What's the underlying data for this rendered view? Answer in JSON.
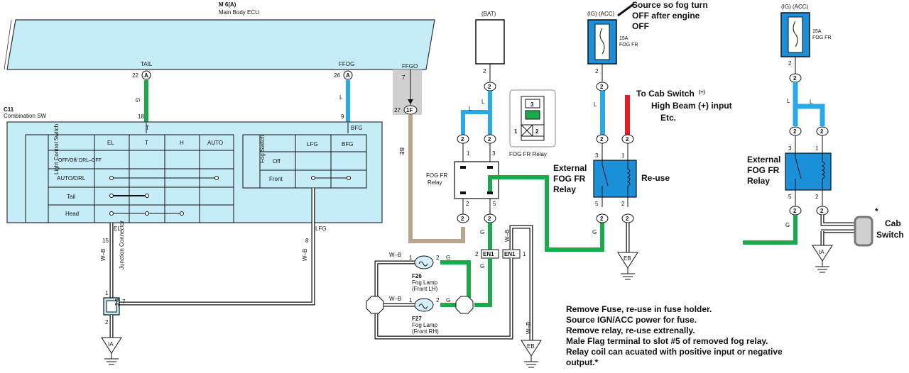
{
  "ecu": {
    "code": "M 6(A)",
    "name": "Main Body ECU",
    "pins": [
      "TAIL",
      "FFOG",
      "FFGO"
    ]
  },
  "combo_sw": {
    "code": "C11",
    "name": "Combination SW",
    "light_label": "Light Control Switch",
    "fog_label": "Fog Switch",
    "light_cols": [
      "EL",
      "T",
      "H",
      "AUTO"
    ],
    "light_rows": [
      "OFF/Off/ DRL–OFF",
      "AUTO/DRL",
      "Tail",
      "Head"
    ],
    "fog_cols": [
      "LFG",
      "BFG"
    ],
    "fog_rows": [
      "Off",
      "Front"
    ]
  },
  "pins": {
    "p22": "22",
    "p26": "26",
    "p7a": "7",
    "p27": "27",
    "p18": "18",
    "p9": "9",
    "p15": "15",
    "p8": "8",
    "p1": "1",
    "p2": "2",
    "p7": "7",
    "p3": "3",
    "p5": "5"
  },
  "terminals": {
    "T": "T",
    "BFG": "BFG",
    "EL": "EL",
    "LFG": "LFG",
    "A": "A",
    "F": "1F"
  },
  "wires": {
    "G": "G",
    "L": "L",
    "BE": "BE",
    "WB": "W–B"
  },
  "junction": {
    "code": "J 6",
    "name": "Junction Connector"
  },
  "grounds": {
    "IA": "IA",
    "EB": "EB"
  },
  "connectors": {
    "EN1": "EN1"
  },
  "power": {
    "bat": "(BAT)",
    "igacc": "(IG) (ACC)",
    "fuse_rating": "15A",
    "fuse_name": "FOG FR"
  },
  "fog_relay": {
    "name": "FOG FR Relay",
    "pin3": "3",
    "pin1": "1",
    "pin2": "2"
  },
  "lamps": {
    "lh": {
      "code": "F26",
      "name": "Fog Lamp",
      "side": "(Front LH)"
    },
    "rh": {
      "code": "F27",
      "name": "Fog Lamp",
      "side": "(Front RH)"
    }
  },
  "annotations": {
    "source_l1": "Source so fog turn",
    "source_l2": "OFF after engine",
    "source_l3": "OFF",
    "cab_l1": "To Cab Switch",
    "cab_plus": "(+)",
    "cab_l2": "High Beam (+) input",
    "cab_l3": "Etc.",
    "ext1": "External",
    "ext2": "FOG FR",
    "ext3": "Relay",
    "reuse": "Re-use",
    "star": "*",
    "cab_sw1": "Cab",
    "cab_sw2": "Switch"
  },
  "notes": [
    "Remove Fuse, re-use in fuse holder.",
    "Source IGN/ACC power for fuse.",
    "Remove relay, re-use extrenally.",
    "Male Flag terminal to slot #5 of removed fog relay.",
    "Relay coil can acuated with positive input or negative",
    "output.*"
  ],
  "colors": {
    "ecu_fill": "#c6ecf8",
    "green": "#1aaa4a",
    "blue": "#2aa9e6",
    "red": "#e21e26",
    "tan": "#b8a58c",
    "fuse": "#1b8fd8",
    "gray": "#d0d0d0"
  }
}
